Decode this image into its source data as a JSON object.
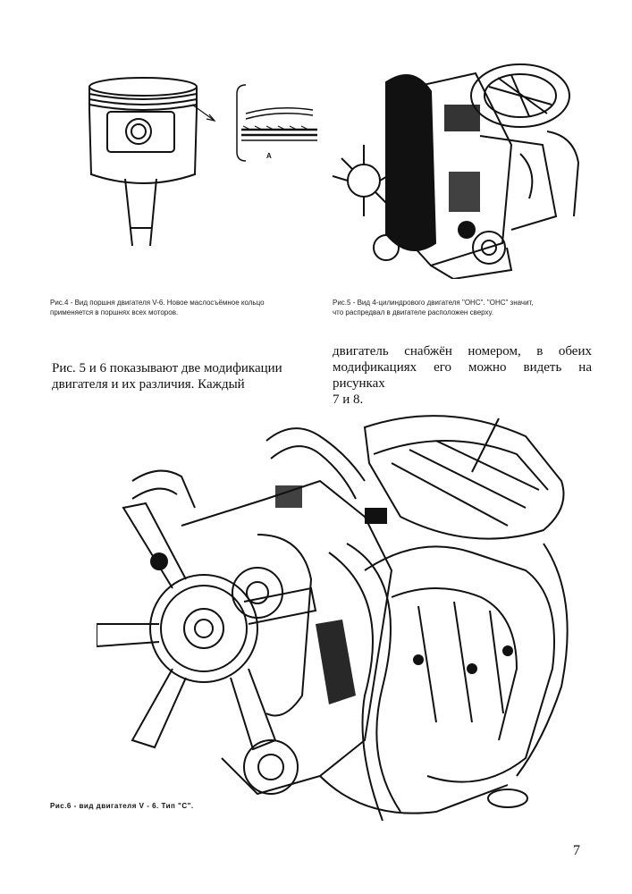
{
  "figure4": {
    "label": "A",
    "caption_line1": "Рис.4 - Вид поршня двигателя V-6. Новое маслосъёмное кольцо",
    "caption_line2": "применяется в поршнях всех моторов."
  },
  "figure5": {
    "caption_line1": "Рис.5 - Вид 4-цилиндрового двигателя \"OHC\". \"OHC\" значит,",
    "caption_line2": "что распредвал в двигателе расположен сверху."
  },
  "text": {
    "col_left_line1": "Рис. 5 и 6 показывают две модификации",
    "col_left_line2": "двигателя и их различия. Каждый",
    "col_right_line1": "двигатель снабжён номером, в обеих",
    "col_right_line2": "модификациях его можно видеть на рисунках",
    "col_right_line3": "7 и 8."
  },
  "figure6": {
    "caption": "Рис.6 - вид двигателя V - 6. Тип \"С\"."
  },
  "page_number": "7",
  "colors": {
    "ink": "#111111",
    "paper": "#ffffff"
  }
}
